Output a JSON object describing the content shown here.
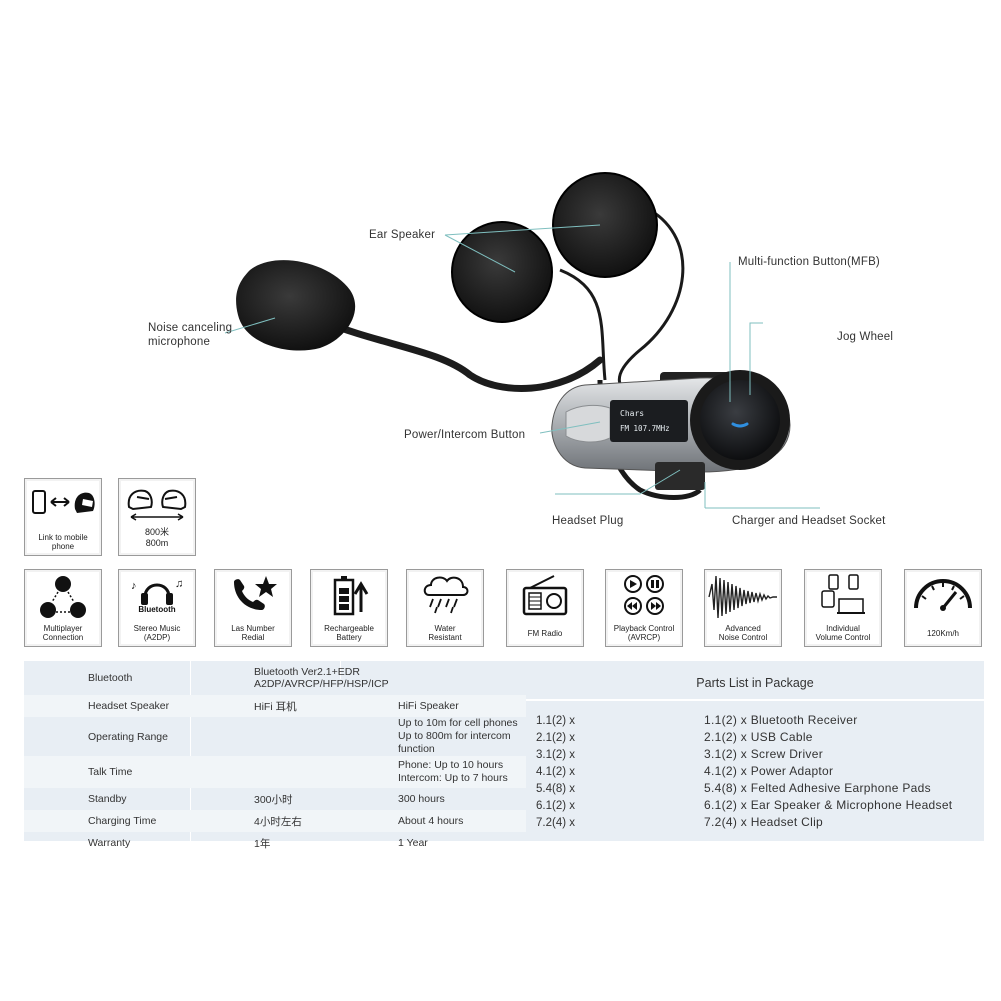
{
  "callouts": {
    "ear_speaker": "Ear Speaker",
    "noise_mic": "Noise canceling\nmicrophone",
    "mfb": "Multi-function Button(MFB)",
    "jog_wheel": "Jog Wheel",
    "power_intercom": "Power/Intercom  Button",
    "headset_plug": "Headset Plug",
    "charger_socket": "Charger and Headset Socket"
  },
  "device_screen": {
    "line1": "Chars",
    "line2": "FM 107.7MHz"
  },
  "features_top": [
    {
      "label": "Link to mobile\nphone",
      "icon": "phone-helmet-icon"
    },
    {
      "label_cn": "800米",
      "label": "800m",
      "icon": "helmet-range-icon"
    }
  ],
  "features_bottom": [
    {
      "label": "Multiplayer\nConnection",
      "icon": "multiplayer-icon"
    },
    {
      "label": "Stereo Music\n(A2DP)",
      "icon": "headphones-icon",
      "badge": "Bluetooth"
    },
    {
      "label": "Las Number\nRedial",
      "icon": "phone-star-icon"
    },
    {
      "label": "Rechargeable\nBattery",
      "icon": "battery-icon"
    },
    {
      "label": "Water\nResistant",
      "icon": "rain-cloud-icon"
    },
    {
      "label": "FM Radio",
      "icon": "radio-icon"
    },
    {
      "label": "Playback Control\n(AVRCP)",
      "icon": "playback-icon"
    },
    {
      "label": "Advanced\nNoise Control",
      "icon": "waveform-icon"
    },
    {
      "label": "Individual\nVolume Control",
      "icon": "volume-devices-icon"
    },
    {
      "label": "120Km/h",
      "icon": "speedometer-icon"
    }
  ],
  "spec_table": [
    {
      "name": "Bluetooth",
      "c1": "Bluetooth Ver2.1+EDR\nA2DP/AVRCP/HFP/HSP/ICP",
      "c2": ""
    },
    {
      "name": "Headset Speaker",
      "c1": "HiFi 耳机",
      "c2": "HiFi Speaker"
    },
    {
      "name": "Operating Range",
      "c1": "",
      "c2": "Up to 10m for cell phones\nUp to 800m for intercom function"
    },
    {
      "name": "Talk Time",
      "c1": "",
      "c2": "Phone: Up to 10 hours\nIntercom: Up to 7 hours"
    },
    {
      "name": "Standby",
      "c1": "300小时",
      "c2": "300 hours"
    },
    {
      "name": "Charging Time",
      "c1": "4小时左右",
      "c2": "About 4 hours"
    },
    {
      "name": "Warranty",
      "c1": "1年",
      "c2": "1 Year"
    }
  ],
  "parts": {
    "title": "Parts List in Package",
    "codes": [
      "1.1(2) x",
      "2.1(2) x",
      "3.1(2) x",
      "4.1(2) x",
      "5.4(8) x",
      "6.1(2) x",
      "7.2(4) x"
    ],
    "items": [
      "1.1(2) x Bluetooth Receiver",
      "2.1(2) x USB Cable",
      "3.1(2) x Screw Driver",
      "4.1(2) x Power Adaptor",
      "5.4(8) x Felted Adhesive Earphone Pads",
      "6.1(2) x Ear Speaker & Microphone Headset",
      "7.2(4) x Headset Clip"
    ]
  },
  "colors": {
    "callout_line": "#7fbfbf",
    "table_bg": "#e8eef4",
    "led_blue": "#2f8fe0"
  }
}
